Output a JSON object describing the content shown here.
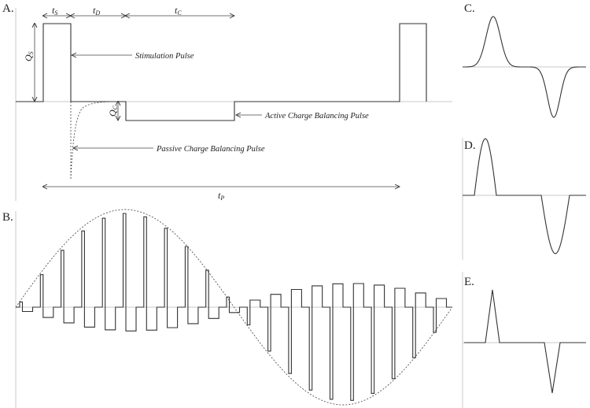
{
  "panels": {
    "a": {
      "label": "A.",
      "symbols": {
        "ts": "t",
        "ts_sub": "S",
        "td": "t",
        "td_sub": "D",
        "tc": "t",
        "tc_sub": "C",
        "qs": "Q",
        "qs_sub": "S",
        "qc": "Q",
        "qc_sub": "C",
        "tp": "t",
        "tp_sub": "P"
      },
      "annotations": {
        "stimulation": "Stimulation Pulse",
        "active": "Active Charge Balancing Pulse",
        "passive": "Passive Charge Balancing Pulse"
      }
    },
    "b": {
      "label": "B."
    },
    "c": {
      "label": "C."
    },
    "d": {
      "label": "D."
    },
    "e": {
      "label": "E."
    }
  }
}
